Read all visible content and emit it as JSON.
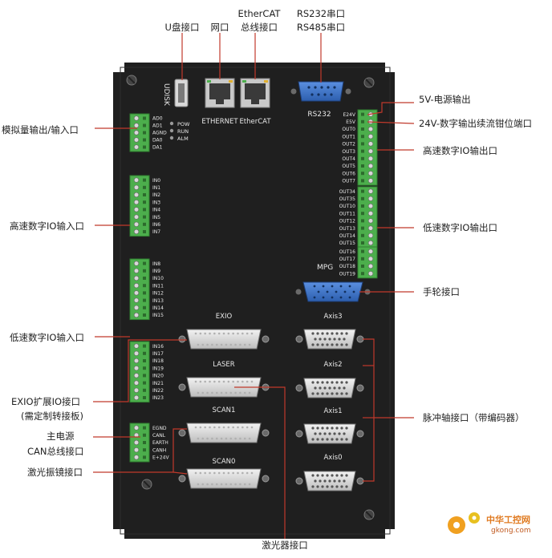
{
  "callouts": {
    "udisk_port": "U盘接口",
    "net_port": "网口",
    "ethercat_line1": "EtherCAT",
    "ethercat_line2": "总线接口",
    "rs232_line1": "RS232串口",
    "rs232_line2": "RS485串口",
    "power_5v": "5V-电源输出",
    "power_24v": "24V-数字输出续流钳位端口",
    "hs_out": "高速数字IO输出口",
    "ls_out": "低速数字IO输出口",
    "handwheel": "手轮接口",
    "pulse_axis": "脉冲轴接口（带编码器）",
    "laser": "激光器接口",
    "analog": "模拟量输出/输入口",
    "hs_in": "高速数字IO输入口",
    "ls_in": "低速数字IO输入口",
    "exio_line1": "EXIO扩展IO接口",
    "exio_line2": "(需定制转接板)",
    "main_power": "主电源",
    "can_bus": "CAN总线接口",
    "galvo": "激光振镜接口"
  },
  "panel": {
    "udisk_label": "UDISK",
    "ethernet_label": "ETHERNET",
    "ethercat_label": "EtherCAT",
    "rs232_label": "RS232",
    "mpg_label": "MPG",
    "exio_label": "EXIO",
    "laser_label": "LASER",
    "scan1_label": "SCAN1",
    "scan0_label": "SCAN0",
    "axis3_label": "Axis3",
    "axis2_label": "Axis2",
    "axis1_label": "Axis1",
    "axis0_label": "Axis0",
    "leds": [
      "POW",
      "RUN",
      "ALM"
    ],
    "analog_pins": [
      "AD0",
      "AD1",
      "AGND",
      "DA0",
      "DA1"
    ],
    "hs_in_pins": [
      "IN0",
      "IN1",
      "IN2",
      "IN3",
      "IN4",
      "IN5",
      "IN6",
      "IN7"
    ],
    "ls_in_pins_a": [
      "IN8",
      "IN9",
      "IN10",
      "IN11",
      "IN12",
      "IN13",
      "IN14",
      "IN15"
    ],
    "ls_in_pins_b": [
      "IN16",
      "IN17",
      "IN18",
      "IN19",
      "IN20",
      "IN21",
      "IN22",
      "IN23"
    ],
    "power_pins": [
      "EGND",
      "CANL",
      "EARTH",
      "CANH",
      "E+24V"
    ],
    "out_top_pins": [
      "E24V",
      "E5V",
      "OUT0",
      "OUT1",
      "OUT2",
      "OUT3",
      "OUT4",
      "OUT5",
      "OUT6",
      "OUT7"
    ],
    "out_mid_pins": [
      "OUT34",
      "OUT35",
      "OUT10",
      "OUT11",
      "OUT12",
      "OUT13",
      "OUT14",
      "OUT15"
    ],
    "out_bot_pins": [
      "OUT16",
      "OUT17",
      "OUT18",
      "OUT19"
    ]
  },
  "watermark": {
    "brand": "中华工控网",
    "url": "gkong.com"
  },
  "colors": {
    "panel": "#1f1f1f",
    "terminal_green": "#4cae4c",
    "callout_line": "#c0392b",
    "rs232_blue": "#3a73c7"
  }
}
